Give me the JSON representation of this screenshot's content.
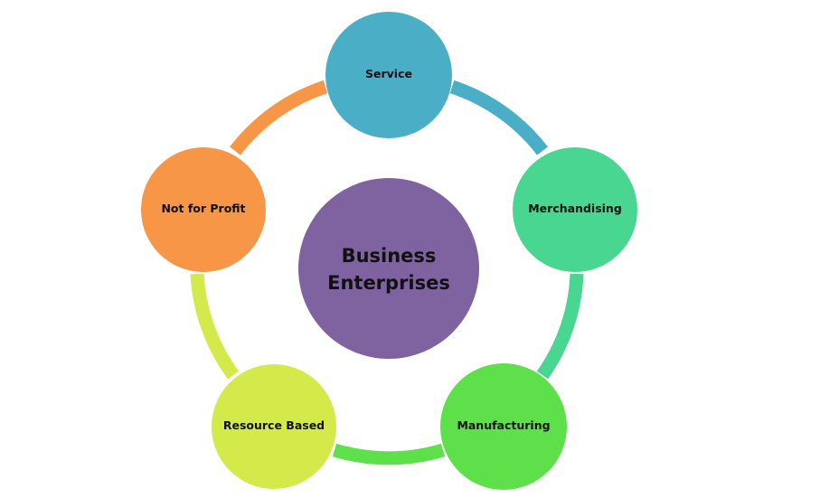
{
  "diagram": {
    "center": {
      "line1": "Business",
      "line2": "Enterprises",
      "color": "#7f63a0"
    },
    "nodes": [
      {
        "label": "Service",
        "color": "#4aaec6"
      },
      {
        "label": "Merchandising",
        "color": "#48d690"
      },
      {
        "label": "Manufacturing",
        "color": "#5de04a"
      },
      {
        "label": "Resource Based",
        "color": "#d4ea4a"
      },
      {
        "label": "Not for Profit",
        "color": "#f79646"
      }
    ],
    "connectors": [
      {
        "from": "Service",
        "to": "Merchandising",
        "color": "#4aaec6"
      },
      {
        "from": "Merchandising",
        "to": "Manufacturing",
        "color": "#48d690"
      },
      {
        "from": "Manufacturing",
        "to": "Resource Based",
        "color": "#5de04a"
      },
      {
        "from": "Resource Based",
        "to": "Not for Profit",
        "color": "#d4ea4a"
      },
      {
        "from": "Not for Profit",
        "to": "Service",
        "color": "#f79646"
      }
    ]
  }
}
